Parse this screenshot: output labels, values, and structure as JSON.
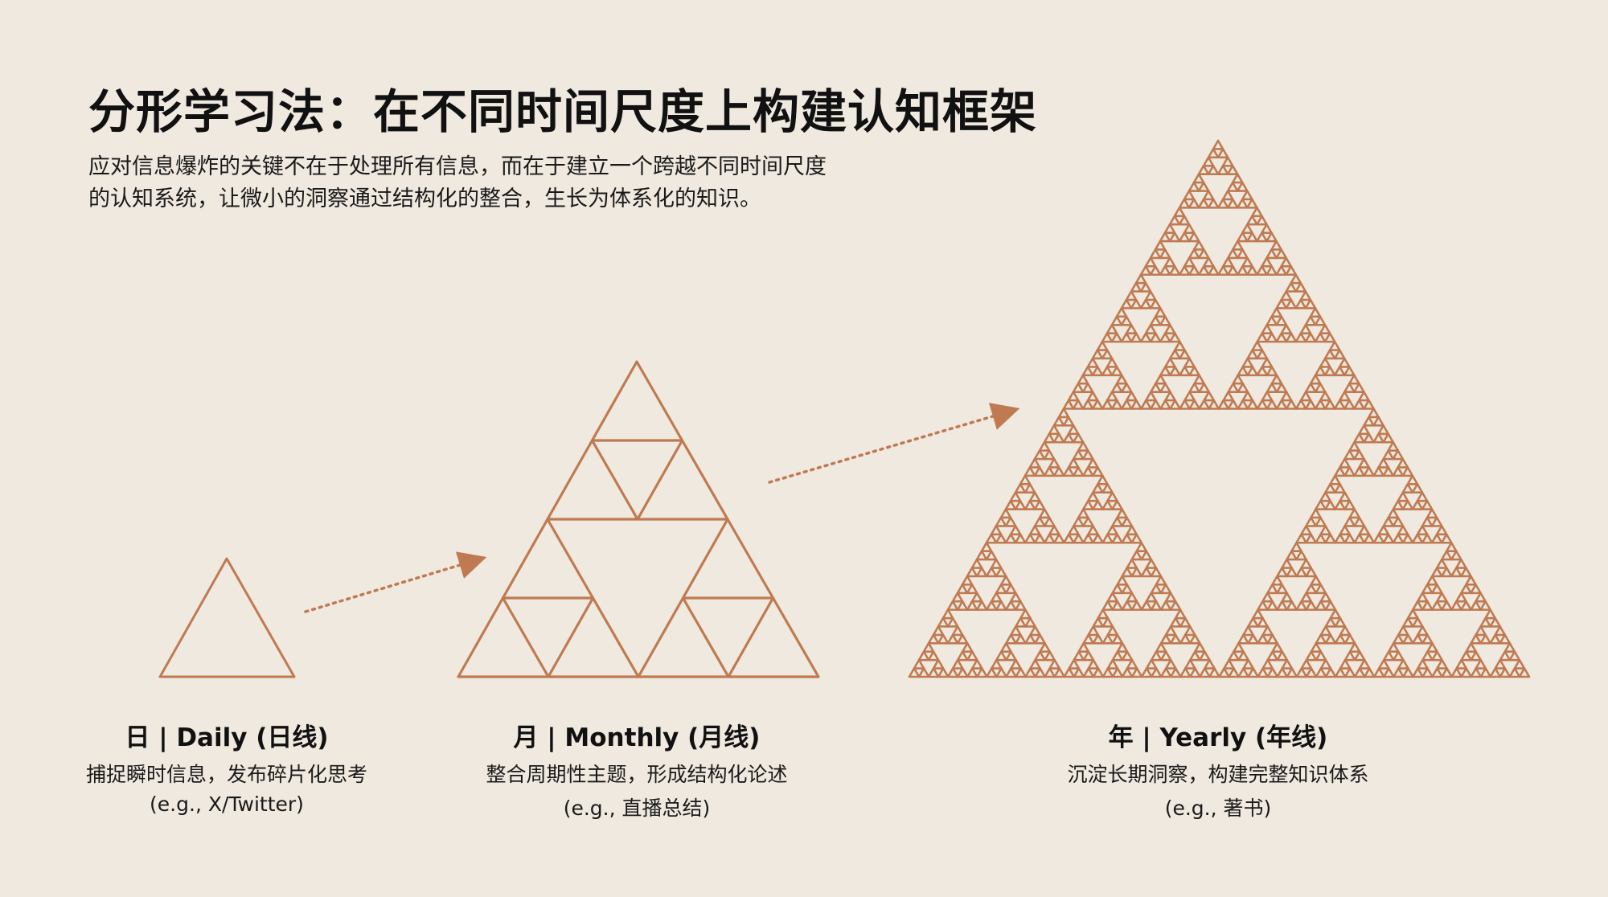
{
  "title": "分形学习法：在不同时间尺度上构建认知框架",
  "subtitle": {
    "line1": "应对信息爆炸的关键不在于处理所有信息，而在于建立一个跨越不同时间尺度",
    "line2": "的认知系统，让微小的洞察通过结构化的整合，生长为体系化的知识。"
  },
  "colors": {
    "background": "#efe9df",
    "fractal": "#c07a52",
    "arrow": "#c07a52"
  },
  "stages": [
    {
      "name": "daily",
      "heading": "日 | Daily (日线)",
      "description": "捕捉瞬时信息，发布碎片化思考",
      "example": "(e.g., X/Twitter)",
      "fractal_depth": 0
    },
    {
      "name": "monthly",
      "heading": "月 | Monthly (月线)",
      "description": "整合周期性主题，形成结构化论述",
      "example": "(e.g., 直播总结)",
      "fractal_depth": 2
    },
    {
      "name": "yearly",
      "heading": "年 | Yearly (年线)",
      "description": "沉淀长期洞察，构建完整知识体系",
      "example": "(e.g., 著书)",
      "fractal_depth": 6
    }
  ]
}
